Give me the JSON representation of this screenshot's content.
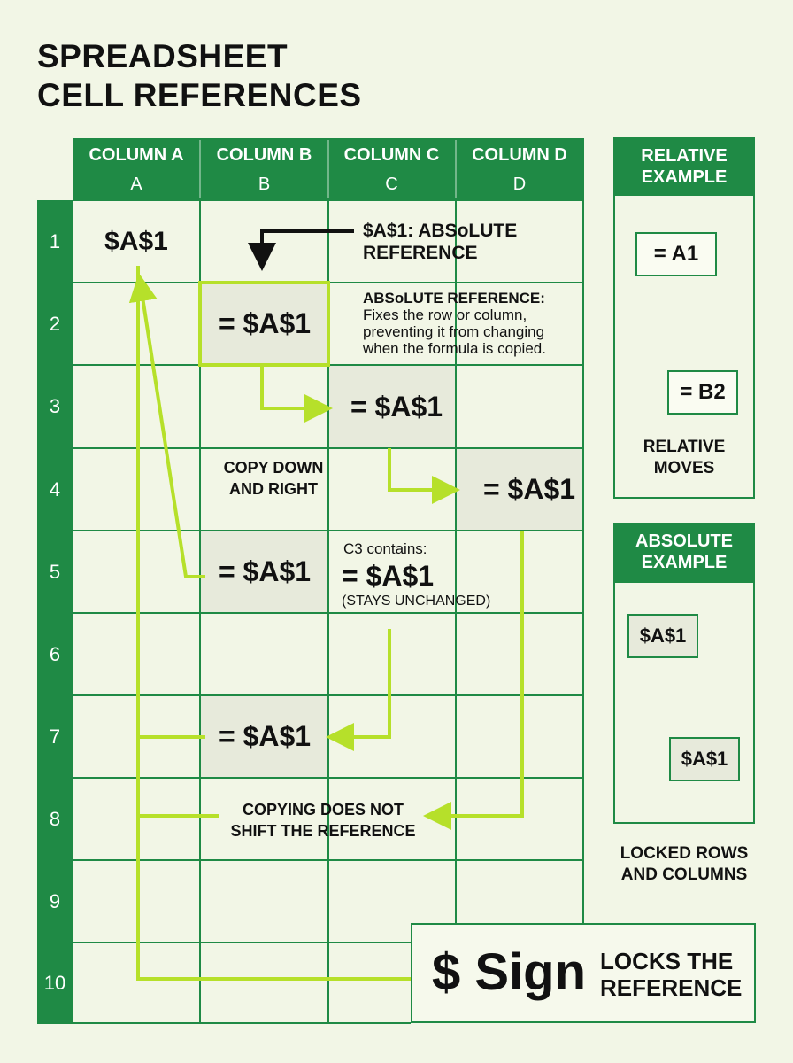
{
  "title": {
    "line1": "SPREADSHEET",
    "line2": "CELL REFERENCES"
  },
  "columns": [
    {
      "name": "COLUMN A",
      "letter": "A"
    },
    {
      "name": "COLUMN B",
      "letter": "B"
    },
    {
      "name": "COLUMN C",
      "letter": "C"
    },
    {
      "name": "COLUMN D",
      "letter": "D"
    }
  ],
  "rows": [
    "1",
    "2",
    "3",
    "4",
    "5",
    "6",
    "7",
    "8",
    "9",
    "10"
  ],
  "cells": {
    "a1": "$A$1",
    "b2": "= $A$1",
    "c3": "= $A$1",
    "d4": "= $A$1",
    "b5": "= $A$1",
    "b7": "= $A$1"
  },
  "notes": {
    "absolute_label_line1": "$A$1: ABSoLUTE",
    "absolute_label_line2": "REFERENCE",
    "absolute_ref_title": "ABSoLUTE REFERENCE:",
    "absolute_ref_line1": "Fixes the row or column,",
    "absolute_ref_line2": "preventing it from changing",
    "absolute_ref_line3": "when the formula is copied.",
    "copy_line1": "COPY DOWN",
    "copy_line2": "AND RIGHT",
    "c3_contains": "C3 contains:",
    "c3_formula": "= $A$1",
    "stays_unchanged": "(STAYS UNCHANGED)",
    "shift_line1": "COPYING DOES NOT",
    "shift_line2": "SHIFT THE REFERENCE"
  },
  "relative_panel": {
    "header_line1": "RELATIVE",
    "header_line2": "EXAMPLE",
    "box1": "= A1",
    "box2": "= B2",
    "caption_line1": "RELATIVE",
    "caption_line2": "MOVES"
  },
  "absolute_panel": {
    "header_line1": "ABSOLUTE",
    "header_line2": "EXAMPLE",
    "box1": "$A$1",
    "box2": "$A$1",
    "caption_line1": "LOCKED ROWS",
    "caption_line2": "AND COLUMNS"
  },
  "sign_box": {
    "sign": "$ Sign",
    "text_line1": "LOCKS THE",
    "text_line2": "REFERENCE"
  },
  "colors": {
    "green": "#1f8a45",
    "lime": "#b6e02a",
    "background": "#f2f6e6",
    "highlight": "#e7eadb"
  }
}
